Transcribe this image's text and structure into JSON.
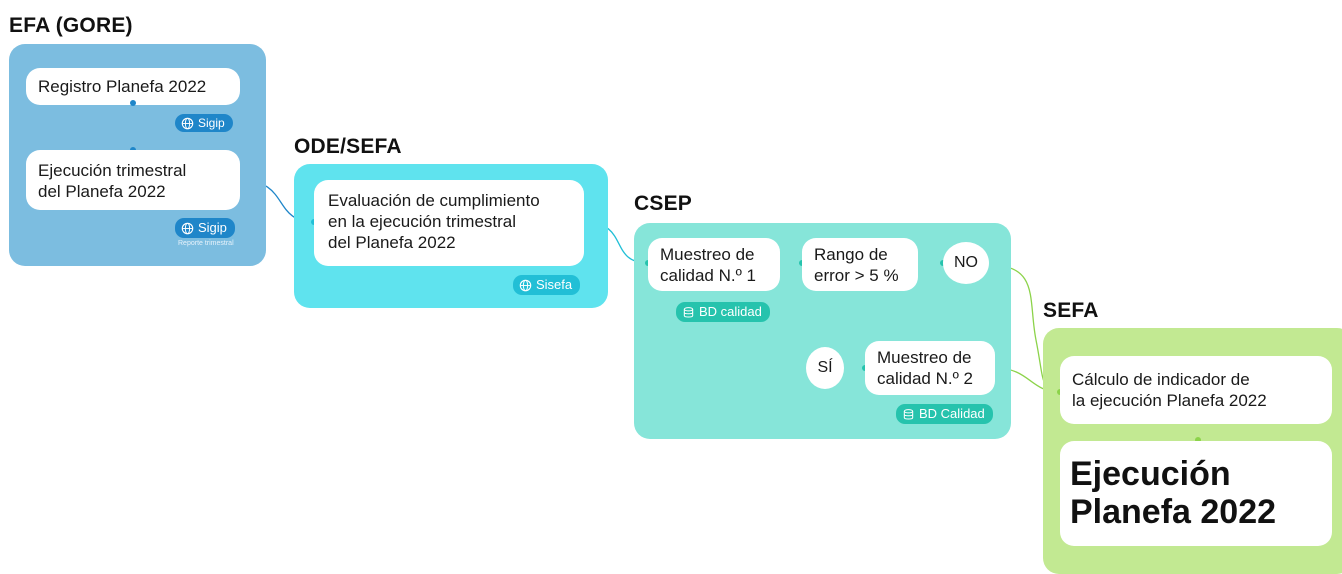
{
  "lanes": {
    "efa": {
      "title": "EFA (GORE)",
      "registro": "Registro Planefa 2022",
      "registro_tag": "Sigip",
      "ejecucion_l1": "Ejecución trimestral",
      "ejecucion_l2": "del Planefa 2022",
      "ejecucion_tag": "Sigip",
      "ejecucion_note": "Reporte trimestral"
    },
    "ode": {
      "title": "ODE/SEFA",
      "eval_l1": "Evaluación de cumplimiento",
      "eval_l2": "en la ejecución trimestral",
      "eval_l3": "del Planefa 2022",
      "eval_tag": "Sisefa"
    },
    "csep": {
      "title": "CSEP",
      "m1_l1": "Muestreo de",
      "m1_l2": "calidad N.º 1",
      "m1_tag": "BD calidad",
      "rango_l1": "Rango de",
      "rango_l2": "error > 5 %",
      "no": "NO",
      "si": "SÍ",
      "m2_l1": "Muestreo de",
      "m2_l2": "calidad N.º 2",
      "m2_tag": "BD Calidad"
    },
    "sefa": {
      "title": "SEFA",
      "calc_l1": "Cálculo de indicador de",
      "calc_l2": "la ejecución Planefa 2022",
      "result_l1": "Ejecución",
      "result_l2": "Planefa 2022"
    }
  },
  "colors": {
    "efa_lane": "#7cbde0",
    "efa_tag": "#1f86c9",
    "ode_lane": "#5fe3ee",
    "ode_tag": "#22bfd6",
    "csep_lane": "#86e5d9",
    "csep_tag": "#26c3ad",
    "sefa_lane": "#c2e992",
    "sefa_accent": "#8cd34a"
  }
}
